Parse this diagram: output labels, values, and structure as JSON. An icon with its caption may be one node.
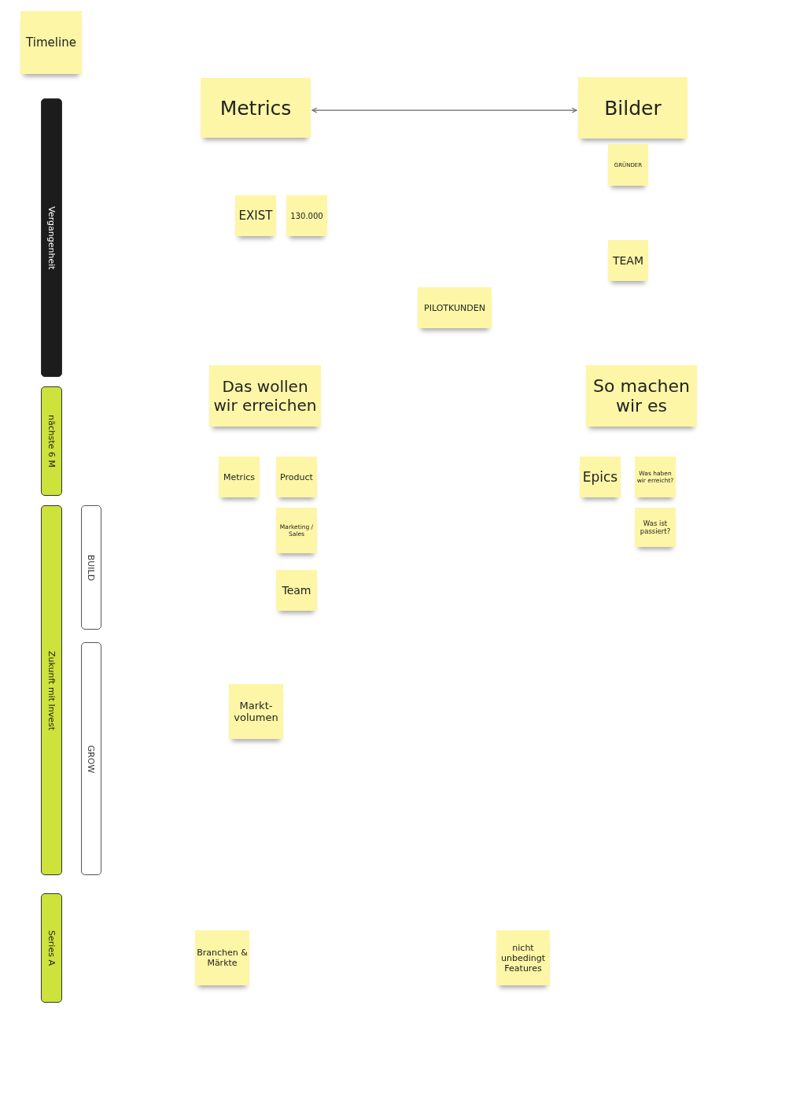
{
  "diagram": {
    "nodes": [
      {
        "text": [
          "Timeline"
        ]
      },
      {
        "text": [
          "Metrics"
        ]
      },
      {
        "text": [
          "Bilder"
        ]
      },
      {
        "text": [
          "GRÜNDER"
        ]
      },
      {
        "text": [
          "EXIST"
        ]
      },
      {
        "text": [
          "130.000"
        ]
      },
      {
        "text": [
          "TEAM"
        ]
      },
      {
        "text": [
          "PILOTKUNDEN"
        ]
      },
      {
        "text": [
          "Vergangenheit"
        ]
      },
      {
        "text": [
          "Das wollen wir erreichen"
        ]
      },
      {
        "text": [
          "So machen wir es"
        ]
      },
      {
        "text": [
          "nächste 6 M"
        ]
      },
      {
        "text": [
          "Metrics"
        ]
      },
      {
        "text": [
          "Product"
        ]
      },
      {
        "text": [
          "Epics"
        ]
      },
      {
        "text": [
          "Was haben wir erreicht?"
        ]
      },
      {
        "text": [
          "Marketing / Sales"
        ]
      },
      {
        "text": [
          "Was ist passiert?"
        ]
      },
      {
        "text": [
          "Zukunft mit Invest"
        ]
      },
      {
        "text": [
          "BUILD"
        ]
      },
      {
        "text": [
          "Team"
        ]
      },
      {
        "text": [
          "GROW"
        ]
      },
      {
        "text": [
          "Markt- volumen"
        ]
      },
      {
        "text": [
          "Series A"
        ]
      },
      {
        "text": [
          "Branchen & Märkte"
        ]
      },
      {
        "text": [
          "nicht unbedingt Features"
        ]
      }
    ],
    "edges": [
      {
        "from": 1,
        "to": 2,
        "arrow": "both"
      }
    ]
  }
}
